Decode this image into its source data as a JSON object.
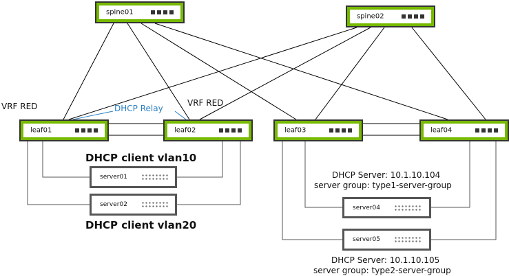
{
  "colors": {
    "switch_accent": "#76b900",
    "switch_border": "#333333",
    "wire": "#000000",
    "server_wire": "#555555",
    "relay_line": "#2a7fc1",
    "relay_text": "#2a7fc1"
  },
  "switches": {
    "spine01": "spine01",
    "spine02": "spine02",
    "leaf01": "leaf01",
    "leaf02": "leaf02",
    "leaf03": "leaf03",
    "leaf04": "leaf04"
  },
  "servers": {
    "server01": "server01",
    "server02": "server02",
    "server04": "server04",
    "server05": "server05"
  },
  "labels": {
    "vrf_left": "VRF RED",
    "vrf_right": "VRF RED",
    "dhcp_relay": "DHCP Relay",
    "client_vlan10": "DHCP client vlan10",
    "client_vlan20": "DHCP client vlan20",
    "server_group1": {
      "server_line": "DHCP Server: 10.1.10.104",
      "group_line": "server group: type1-server-group"
    },
    "server_group2": {
      "server_line": "DHCP Server: 10.1.10.105",
      "group_line": "server group: type2-server-group"
    }
  },
  "icons": {
    "switch_ports": "port-squares-icon",
    "server_ports": "port-dots-icon"
  }
}
